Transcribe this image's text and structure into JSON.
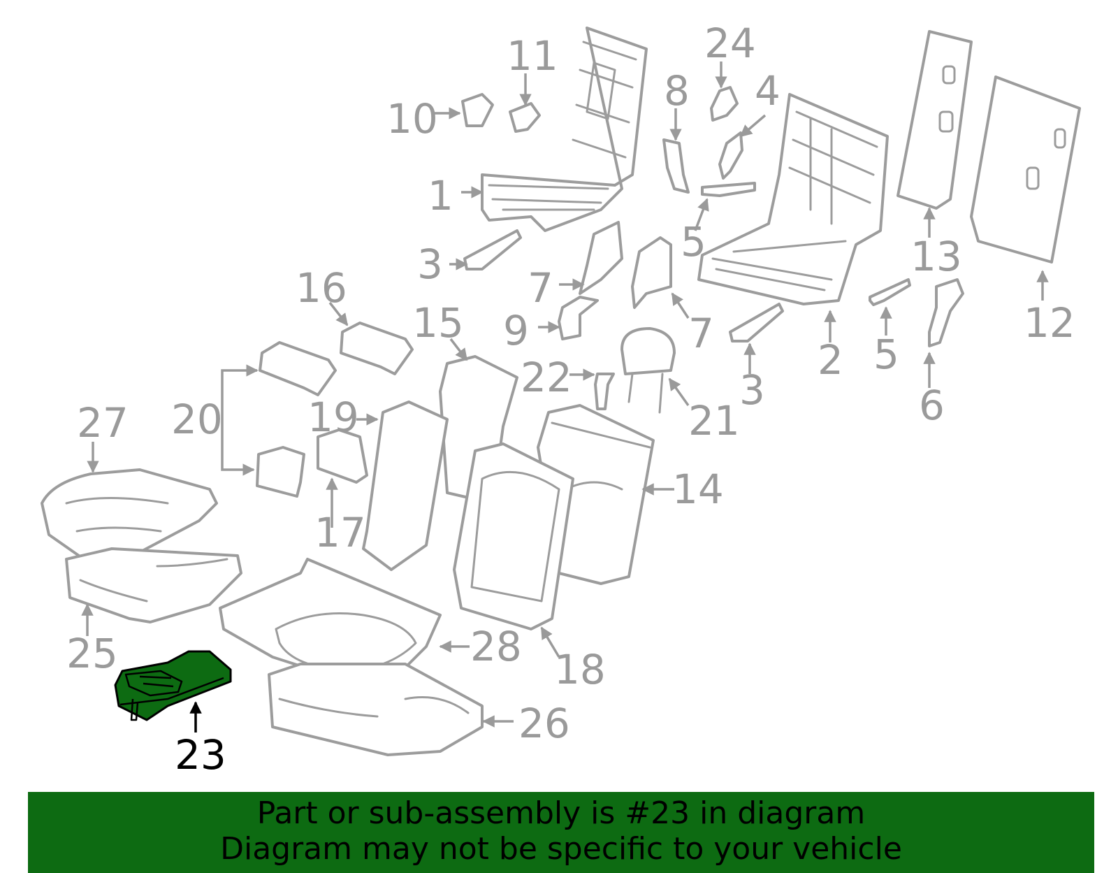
{
  "highlight_color": "#0d6b12",
  "highlighted_part": "23",
  "callouts": [
    {
      "id": "c1",
      "label": "1"
    },
    {
      "id": "c2",
      "label": "2"
    },
    {
      "id": "c3a",
      "label": "3"
    },
    {
      "id": "c3b",
      "label": "3"
    },
    {
      "id": "c4",
      "label": "4"
    },
    {
      "id": "c5a",
      "label": "5"
    },
    {
      "id": "c5b",
      "label": "5"
    },
    {
      "id": "c6",
      "label": "6"
    },
    {
      "id": "c7a",
      "label": "7"
    },
    {
      "id": "c7b",
      "label": "7"
    },
    {
      "id": "c8",
      "label": "8"
    },
    {
      "id": "c9",
      "label": "9"
    },
    {
      "id": "c10",
      "label": "10"
    },
    {
      "id": "c11",
      "label": "11"
    },
    {
      "id": "c12",
      "label": "12"
    },
    {
      "id": "c13",
      "label": "13"
    },
    {
      "id": "c14",
      "label": "14"
    },
    {
      "id": "c15",
      "label": "15"
    },
    {
      "id": "c16",
      "label": "16"
    },
    {
      "id": "c17",
      "label": "17"
    },
    {
      "id": "c18",
      "label": "18"
    },
    {
      "id": "c19",
      "label": "19"
    },
    {
      "id": "c20",
      "label": "20"
    },
    {
      "id": "c21",
      "label": "21"
    },
    {
      "id": "c22",
      "label": "22"
    },
    {
      "id": "c23",
      "label": "23"
    },
    {
      "id": "c24",
      "label": "24"
    },
    {
      "id": "c25",
      "label": "25"
    },
    {
      "id": "c26",
      "label": "26"
    },
    {
      "id": "c27",
      "label": "27"
    },
    {
      "id": "c28",
      "label": "28"
    }
  ],
  "banner": {
    "line1": "Part or sub-assembly is #23 in diagram",
    "line2": "Diagram may not be specific to your vehicle"
  }
}
